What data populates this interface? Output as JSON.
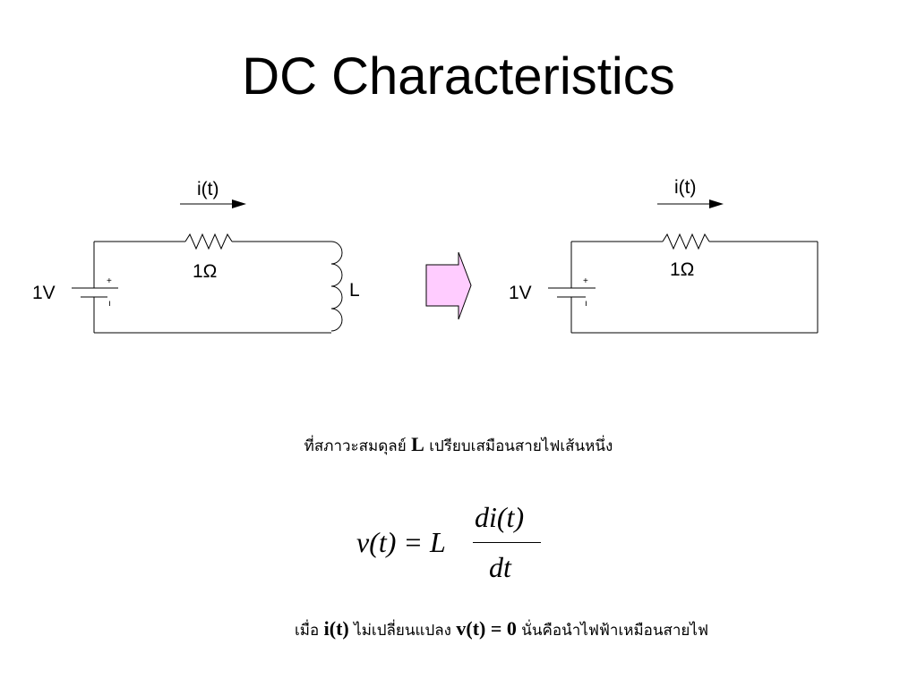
{
  "slide": {
    "title": "DC Characteristics"
  },
  "circuit_left": {
    "current_label": "i(t)",
    "resistor_label": "1Ω",
    "source_label": "1V",
    "inductor_label": "L",
    "plus_sign": "+",
    "minus_sign": "ı"
  },
  "circuit_right": {
    "current_label": "i(t)",
    "resistor_label": "1Ω",
    "source_label": "1V",
    "plus_sign": "+",
    "minus_sign": "ı"
  },
  "arrow": {
    "fill_color": "#ffccff"
  },
  "notes": {
    "line1_before": "ที่สภาวะสมดุลย์",
    "line1_symbol": "L",
    "line1_after": "เปรียบเสมือนสายไฟเส้นหนึ่ง",
    "line2_before": "เมื่อ",
    "line2_sym1": "i(t)",
    "line2_mid": "ไม่เปลี่ยนแปลง",
    "line2_sym2": "v(t) = 0",
    "line2_after": "นั่นคือนำไฟฟ้าเหมือนสายไฟ"
  },
  "equation": {
    "lhs": "v(t) = L",
    "numerator": "di(t)",
    "denominator": "dt"
  }
}
